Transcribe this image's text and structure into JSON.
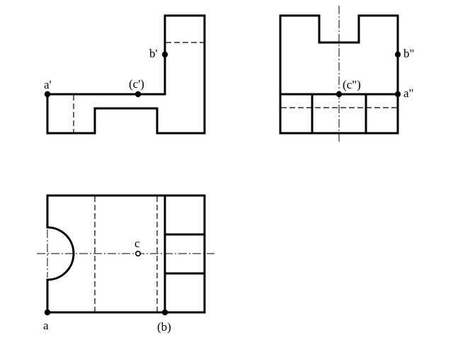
{
  "labels": {
    "front_a": "a'",
    "front_b": "b'",
    "front_c": "(c')",
    "side_a": "a\"",
    "side_b": "b\"",
    "side_c": "(c\")",
    "top_a": "a",
    "top_b": "(b)",
    "top_c": "c"
  },
  "colors": {
    "line": "#000000",
    "background": "#ffffff"
  }
}
